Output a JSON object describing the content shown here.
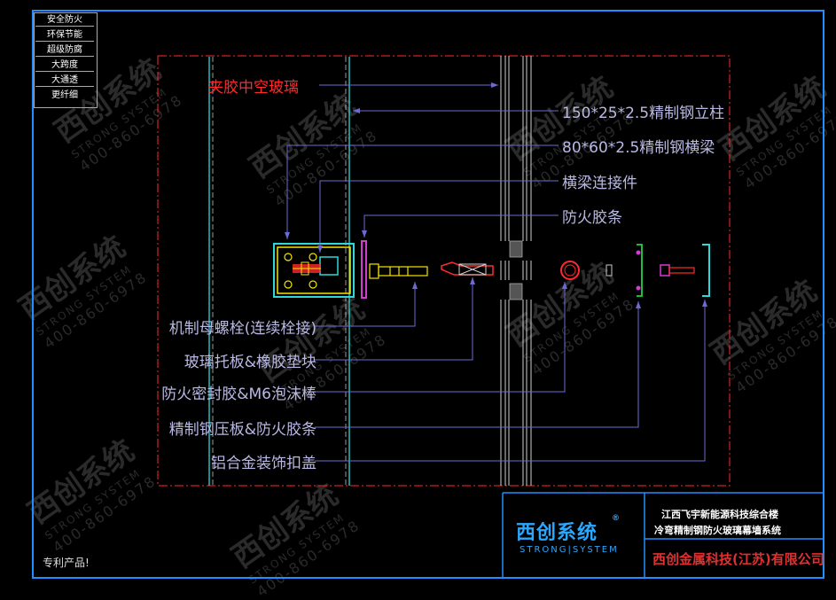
{
  "features": [
    "安全防火",
    "环保节能",
    "超级防腐",
    "大跨度",
    "大通透",
    "更纤细"
  ],
  "labels": {
    "glass": "夹胶中空玻璃",
    "mullion": "150*25*2.5精制钢立柱",
    "transom": "80*60*2.5精制钢横梁",
    "connector": "横梁连接件",
    "fire_strip_top": "防火胶条",
    "bolt": "机制母螺栓(连续栓接)",
    "glass_support": "玻璃托板&橡胶垫块",
    "fire_sealant": "防火密封胶&M6泡沫棒",
    "pressure_plate": "精制钢压板&防火胶条",
    "cover_cap": "铝合金装饰扣盖"
  },
  "title_block": {
    "project": "江西飞宇新能源科技综合楼",
    "system": "冷弯精制钢防火玻璃幕墙系统",
    "company": "西创金属科技(江苏)有限公司",
    "brand_cn": "西创系统",
    "brand_en": "STRONG|SYSTEM",
    "reg": "®"
  },
  "patent": "专利产品!",
  "watermark": {
    "brand": "西创系统",
    "en": "STRONG SYSTEM",
    "phone": "400-860-6978"
  },
  "colors": {
    "frame": "#1e90ff",
    "leader": "#6b6bd6",
    "red": "#ff2a2a",
    "cyan": "#2fd8d8",
    "yellow": "#f5e400",
    "magenta": "#d23cd2",
    "green": "#25d045"
  }
}
